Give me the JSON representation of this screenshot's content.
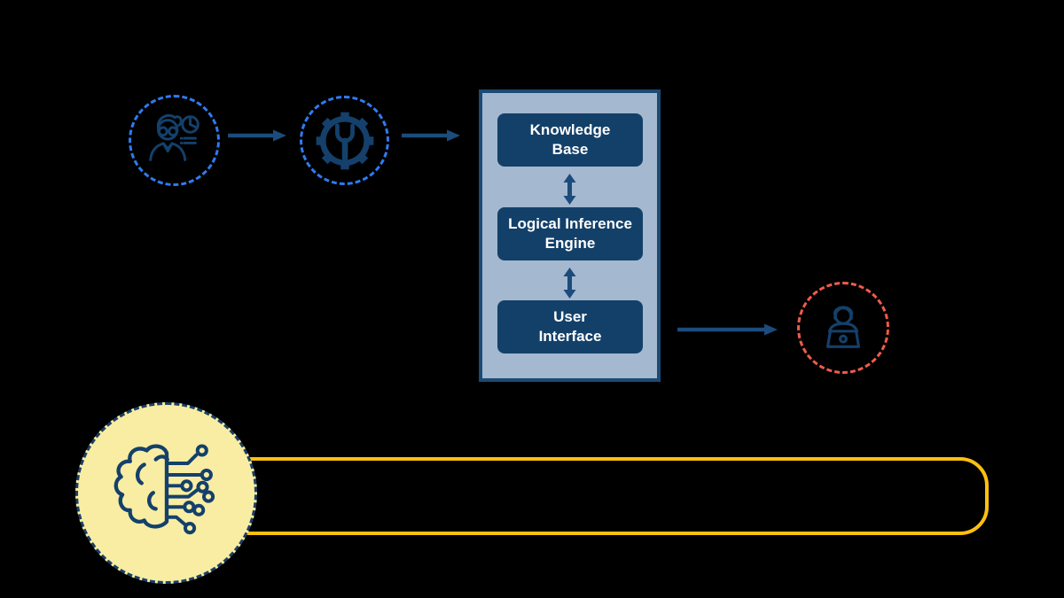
{
  "colors": {
    "background": "#000000",
    "icon_stroke": "#14406B",
    "arrow": "#1C4B7C",
    "blue_dash": "#2F7BF0",
    "red_dash": "#F15B4B",
    "panel_fill": "#A4B8CF",
    "panel_border": "#1C4A74",
    "component_fill": "#134069",
    "component_text": "#FFFFFF",
    "brain_circle_fill": "#F8EDA2",
    "brain_circle_border": "#1B3F66",
    "pill_border": "#FDC010"
  },
  "icons": {
    "expert": "expert-analyst-icon",
    "engineer": "gear-wrench-icon",
    "end_user": "person-laptop-icon",
    "ai": "brain-circuit-icon"
  },
  "system_panel": {
    "components": [
      {
        "label": "Knowledge Base",
        "line1": "Knowledge",
        "line2": "Base"
      },
      {
        "label": "Logical Inference Engine",
        "line1": "Logical Inference",
        "line2": "Engine"
      },
      {
        "label": "User Interface",
        "line1": "User",
        "line2": "Interface"
      }
    ]
  }
}
